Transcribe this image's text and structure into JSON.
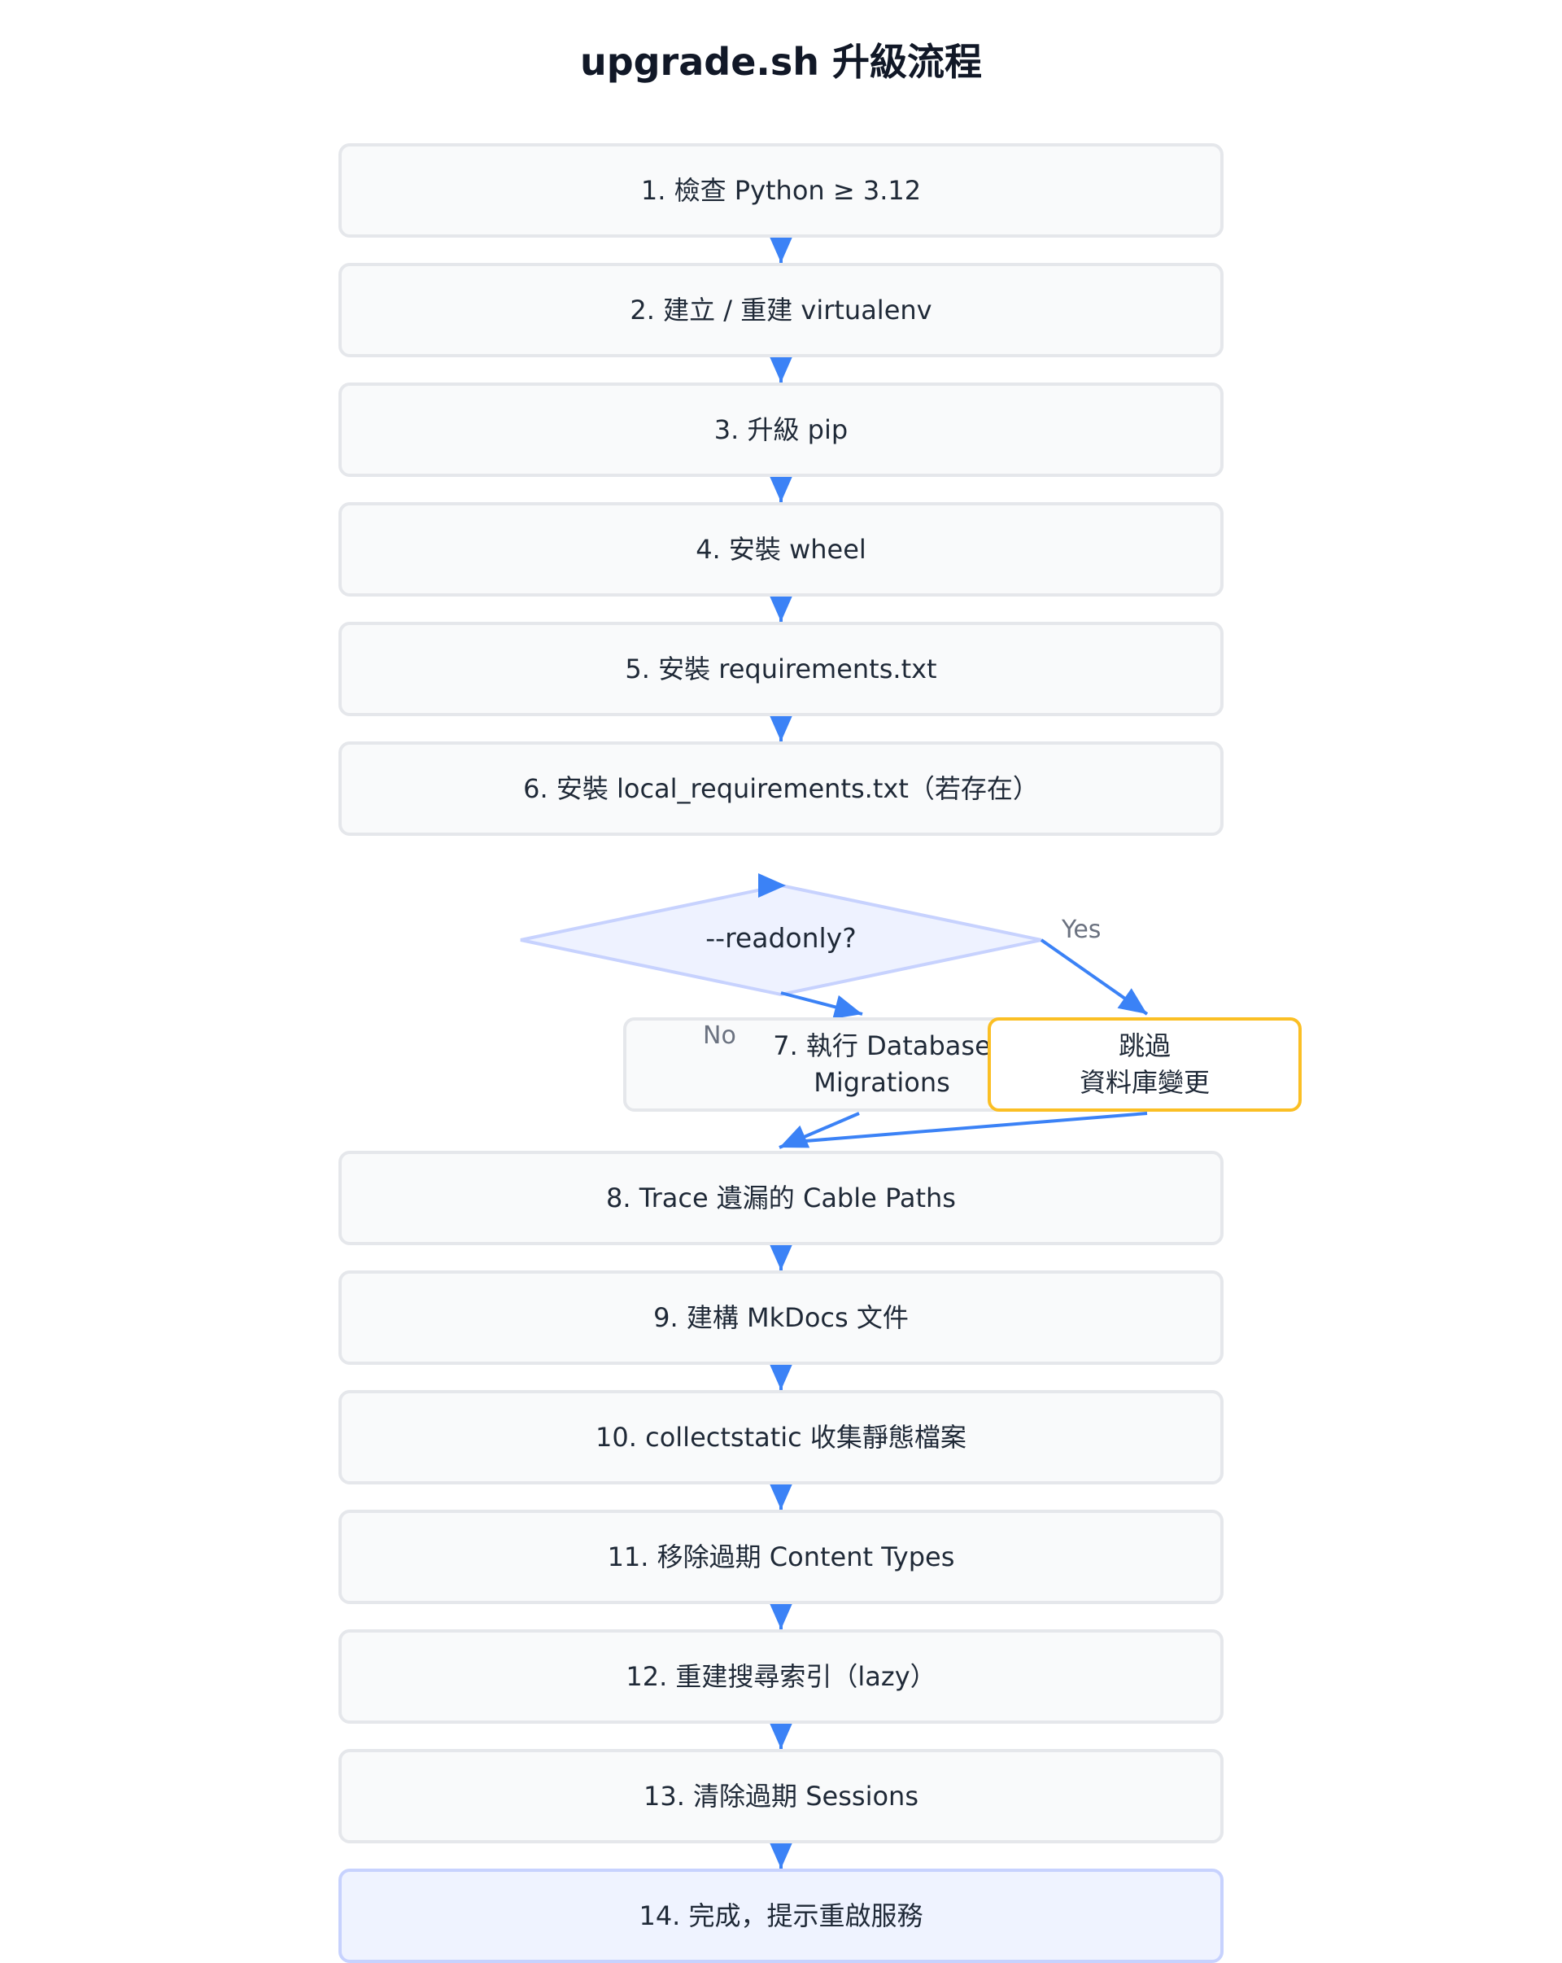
{
  "title": "upgrade.sh 升級流程",
  "steps": [
    "1. 檢查 Python ≥ 3.12",
    "2. 建立 / 重建 virtualenv",
    "3. 升級 pip",
    "4. 安裝 wheel",
    "5. 安裝 requirements.txt",
    "6. 安裝 local_requirements.txt（若存在）",
    "8. Trace 遺漏的 Cable Paths",
    "9. 建構 MkDocs 文件",
    "10. collectstatic 收集靜態檔案",
    "11. 移除過期 Content Types",
    "12. 重建搜尋索引（lazy）",
    "13. 清除過期 Sessions",
    "14. 完成，提示重啟服務"
  ],
  "decision": {
    "label": "--readonly?",
    "yes_label": "Yes",
    "no_label": "No"
  },
  "migrations_label": "7. 執行 Database\nMigrations",
  "skip_label": "跳過\n資料庫變更",
  "colors": {
    "arrow": "#3b82f6",
    "box_border": "#e5e7eb",
    "box_fill": "#f9fafb",
    "decision_fill": "#eef2ff",
    "decision_border": "#c7d2fe",
    "skip_border": "#fbbf24",
    "final_fill": "#eff3ff"
  }
}
